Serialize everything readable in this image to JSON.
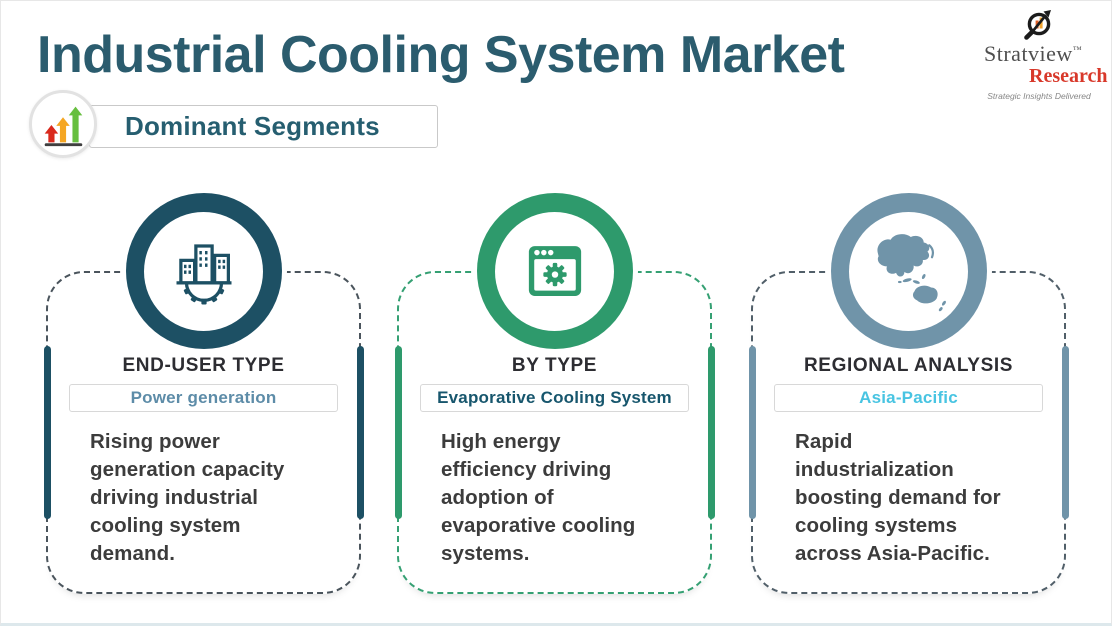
{
  "header": {
    "title": "Industrial Cooling System Market",
    "badge_label": "Dominant Segments"
  },
  "logo": {
    "brand": "Stratview",
    "trademark": "™",
    "brand_sub": "Research",
    "tagline": "Strategic Insights Delivered",
    "brand_color": "#4f4f4f",
    "research_color": "#d8382a"
  },
  "colors": {
    "title_text": "#2b5c6e",
    "category_text": "#2d2d32",
    "body_text": "#3c3c3c",
    "page_background": "#ffffff"
  },
  "badge_icon": {
    "name": "growth-arrows-icon",
    "arrow_colors": [
      "#d9291c",
      "#f5a623",
      "#67bf3f"
    ]
  },
  "cards": [
    {
      "category": "END-USER TYPE",
      "segment": "Power generation",
      "description": [
        "Rising power",
        "generation capacity",
        "driving industrial",
        "cooling system",
        "demand."
      ],
      "icon": "industry-buildings-gear-icon",
      "colors": {
        "accent": "#1d5064",
        "dashed_border": "#4a545c",
        "segment_text": "#5d8ca8"
      }
    },
    {
      "category": "BY TYPE",
      "segment": "Evaporative Cooling System",
      "description": [
        "High energy",
        "efficiency driving",
        "adoption of",
        "evaporative cooling",
        "systems."
      ],
      "icon": "app-window-gear-icon",
      "colors": {
        "accent": "#2e9a6c",
        "dashed_border": "#35a073",
        "segment_text": "#17566d"
      }
    },
    {
      "category": "REGIONAL ANALYSIS",
      "segment": "Asia-Pacific",
      "description": [
        "Rapid",
        "industrialization",
        "boosting demand for",
        "cooling systems",
        "across Asia-Pacific."
      ],
      "icon": "asia-pacific-map-icon",
      "colors": {
        "accent": "#7094a9",
        "dashed_border": "#515f69",
        "segment_text": "#48c4e2"
      }
    }
  ]
}
